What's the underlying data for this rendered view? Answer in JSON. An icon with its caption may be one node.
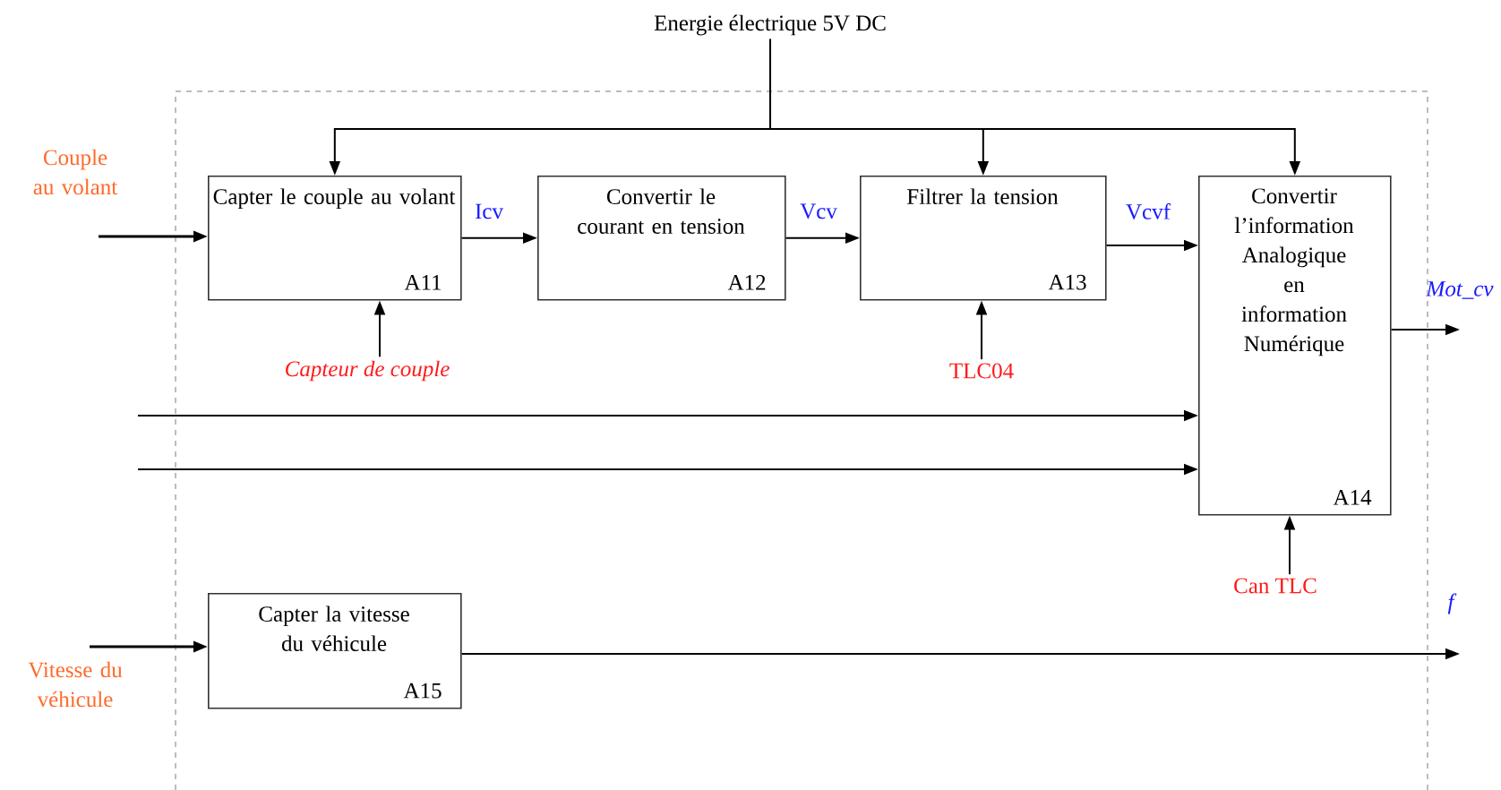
{
  "diagram": {
    "nodes": [
      {
        "text": [],
        "shape": "box"
      },
      {
        "text": [
          "Capter le couple au volant",
          "A11"
        ],
        "in": 0
      },
      {
        "text": [
          "Convertir le courant en tension",
          "A12"
        ],
        "in": 0
      },
      {
        "text": [
          "Filtrer la tension",
          "A13"
        ],
        "in": 0
      },
      {
        "text": [
          "Convertir l’information Analogique en information Numérique",
          "A14"
        ],
        "in": 0
      },
      {
        "text": [
          "Capter la vitesse du véhicule",
          "A15"
        ],
        "in": 0
      },
      {
        "text": [
          "Energie électrique 5V DC"
        ]
      },
      {
        "text": [
          "Capteur de couple"
        ],
        "in": 0
      },
      {
        "text": [
          "TLC04"
        ],
        "in": 0
      },
      {
        "text": [
          "Can TLC"
        ],
        "in": 0
      }
    ],
    "edges": [
      {
        "from": 6,
        "to": 1,
        "arrow": "to"
      },
      {
        "from": 6,
        "to": 3,
        "arrow": "to"
      },
      {
        "from": 6,
        "to": 4,
        "arrow": "to"
      },
      {
        "from": null,
        "to": 1,
        "arrow": "to",
        "label": "Couple au volant"
      },
      {
        "from": 1,
        "to": 2,
        "arrow": "to",
        "label": "Icv"
      },
      {
        "from": 2,
        "to": 3,
        "arrow": "to",
        "label": "Vcv"
      },
      {
        "from": 3,
        "to": 4,
        "arrow": "to",
        "label": "Vcvf"
      },
      {
        "from": 7,
        "to": 1,
        "arrow": "to"
      },
      {
        "from": 8,
        "to": 3,
        "arrow": "to"
      },
      {
        "from": 9,
        "to": 4,
        "arrow": "to"
      },
      {
        "from": null,
        "to": 4,
        "arrow": "to"
      },
      {
        "from": null,
        "to": 4,
        "arrow": "to"
      },
      {
        "from": 4,
        "to": null,
        "arrow": "to",
        "label": "Mot_cv"
      },
      {
        "from": null,
        "to": 5,
        "arrow": "to",
        "label": "Vitesse du véhicule"
      },
      {
        "from": 5,
        "to": null,
        "arrow": "to",
        "label": "f"
      }
    ]
  }
}
